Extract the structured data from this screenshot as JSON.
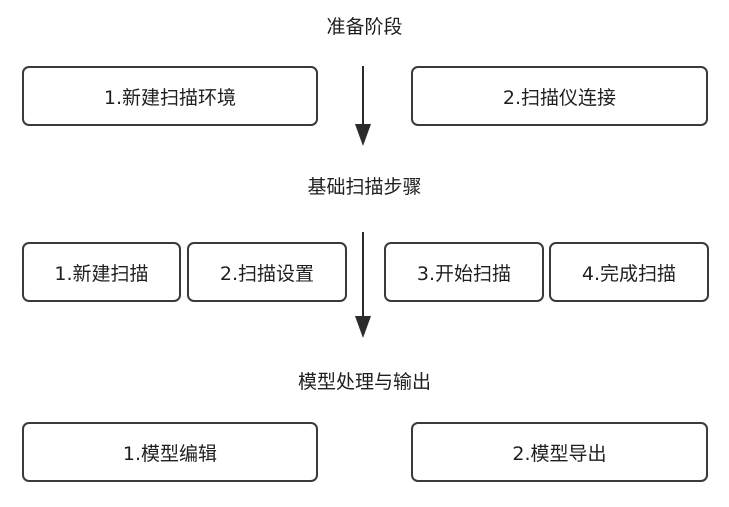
{
  "stages": [
    {
      "title": "准备阶段",
      "steps": [
        "1.新建扫描环境",
        "2.扫描仪连接"
      ]
    },
    {
      "title": "基础扫描步骤",
      "steps": [
        "1.新建扫描",
        "2.扫描设置",
        "3.开始扫描",
        "4.完成扫描"
      ]
    },
    {
      "title": "模型处理与输出",
      "steps": [
        "1.模型编辑",
        "2.模型导出"
      ]
    }
  ],
  "colors": {
    "border": "#3a3a3a",
    "arrow": "#2b2b2b",
    "text": "#1f1f1f"
  }
}
